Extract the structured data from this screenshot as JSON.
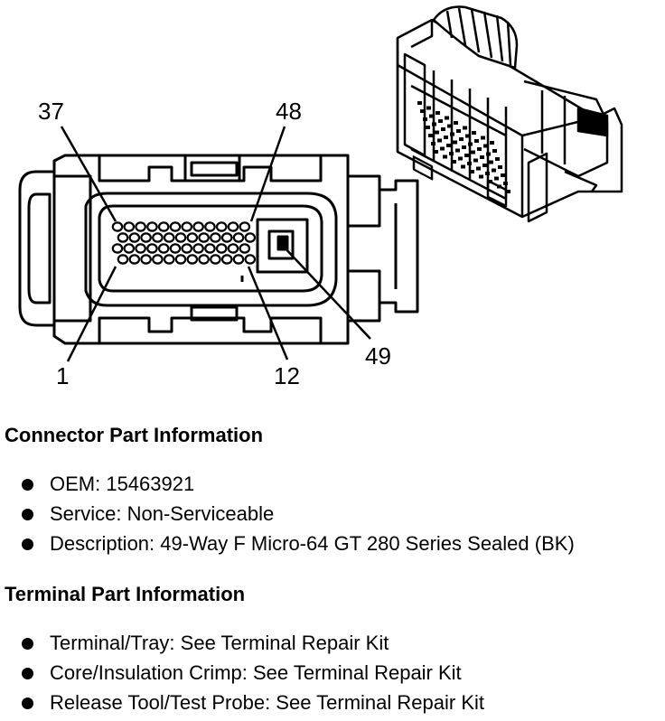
{
  "diagram": {
    "pin_labels": [
      "37",
      "48",
      "1",
      "12",
      "49"
    ]
  },
  "connector_section": {
    "title": "Connector Part Information",
    "items": [
      "OEM: 15463921",
      "Service: Non-Serviceable",
      "Description: 49-Way F Micro-64 GT 280 Series Sealed (BK)"
    ]
  },
  "terminal_section": {
    "title": "Terminal Part Information",
    "items": [
      "Terminal/Tray: See Terminal Repair Kit",
      "Core/Insulation Crimp: See Terminal Repair Kit",
      "Release Tool/Test Probe: See Terminal Repair Kit"
    ]
  }
}
